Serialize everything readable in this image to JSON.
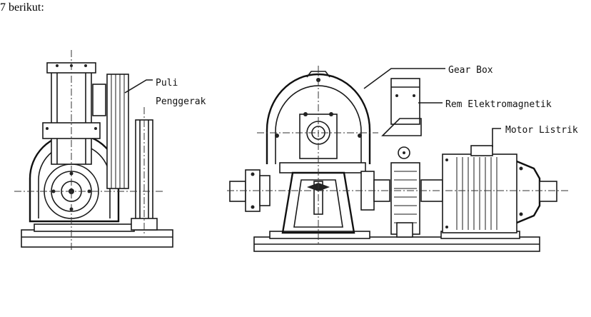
{
  "caption": "7 berikut:",
  "labels": {
    "puli_line1": "Puli",
    "puli_line2": "Penggerak",
    "gear_box": "Gear Box",
    "rem": "Rem Elektromagnetik",
    "motor": "Motor Listrik"
  }
}
